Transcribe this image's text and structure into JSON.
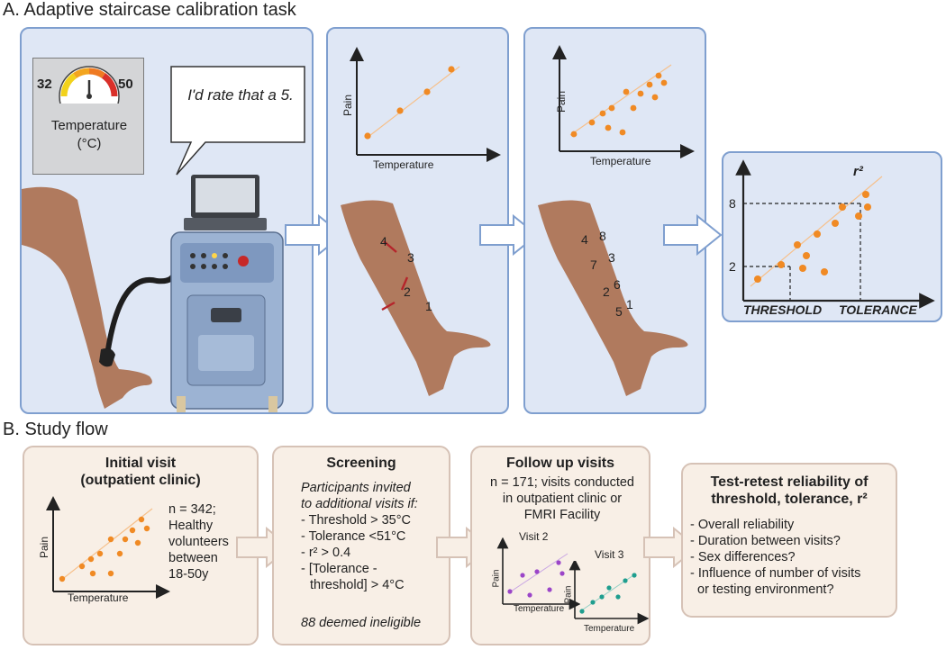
{
  "sectionA": {
    "title": "A. Adaptive staircase calibration task",
    "gauge": {
      "min": "32",
      "max": "50",
      "label_line1": "Temperature",
      "label_line2": "(°C)"
    },
    "speech": "I'd rate that a 5.",
    "plot_ylabel": "Pain",
    "plot_xlabel": "Temperature",
    "arm2_numbers": [
      "1",
      "2",
      "3",
      "4"
    ],
    "arm3_numbers": [
      "1",
      "2",
      "3",
      "4",
      "5",
      "6",
      "7",
      "8"
    ],
    "final_plot": {
      "r2": "r²",
      "y8": "8",
      "y2": "2",
      "threshold": "THRESHOLD",
      "tolerance": "TOLERANCE"
    }
  },
  "sectionB": {
    "title": "B. Study flow",
    "initial": {
      "title_line1": "Initial visit",
      "title_line2": "(outpatient clinic)",
      "text": [
        "n = 342;",
        "Healthy",
        "volunteers",
        "between",
        "18-50y"
      ],
      "ylabel": "Pain",
      "xlabel": "Temperature"
    },
    "screening": {
      "title": "Screening",
      "intro": [
        "Participants invited",
        "to additional visits if:"
      ],
      "criteria": [
        "- Threshold > 35°C",
        "- Tolerance <51°C",
        "- r² > 0.4",
        "- [Tolerance -",
        "threshold] > 4°C"
      ],
      "footer": "88 deemed ineligible"
    },
    "followup": {
      "title": "Follow up visits",
      "text": [
        "n = 171; visits conducted",
        "in outpatient clinic or",
        "FMRI Facility"
      ],
      "visit2": "Visit 2",
      "visit3": "Visit 3",
      "ylabel": "Pain",
      "xlabel": "Temperature"
    },
    "retest": {
      "title_line1": "Test-retest reliability of",
      "title_line2": "threshold, tolerance, r²",
      "items": [
        "- Overall reliability",
        "- Duration between visits?",
        "- Sex differences?",
        "- Influence of number of visits",
        "or testing environment?"
      ]
    }
  },
  "colors": {
    "orange": "#f08a24",
    "purple": "#9b45c8",
    "teal": "#1f9e8f",
    "panel_blue": "#dfe7f5",
    "panel_beige": "#f8efe6",
    "arrow_red": "#b5252b",
    "skin": "#b07a5e"
  }
}
